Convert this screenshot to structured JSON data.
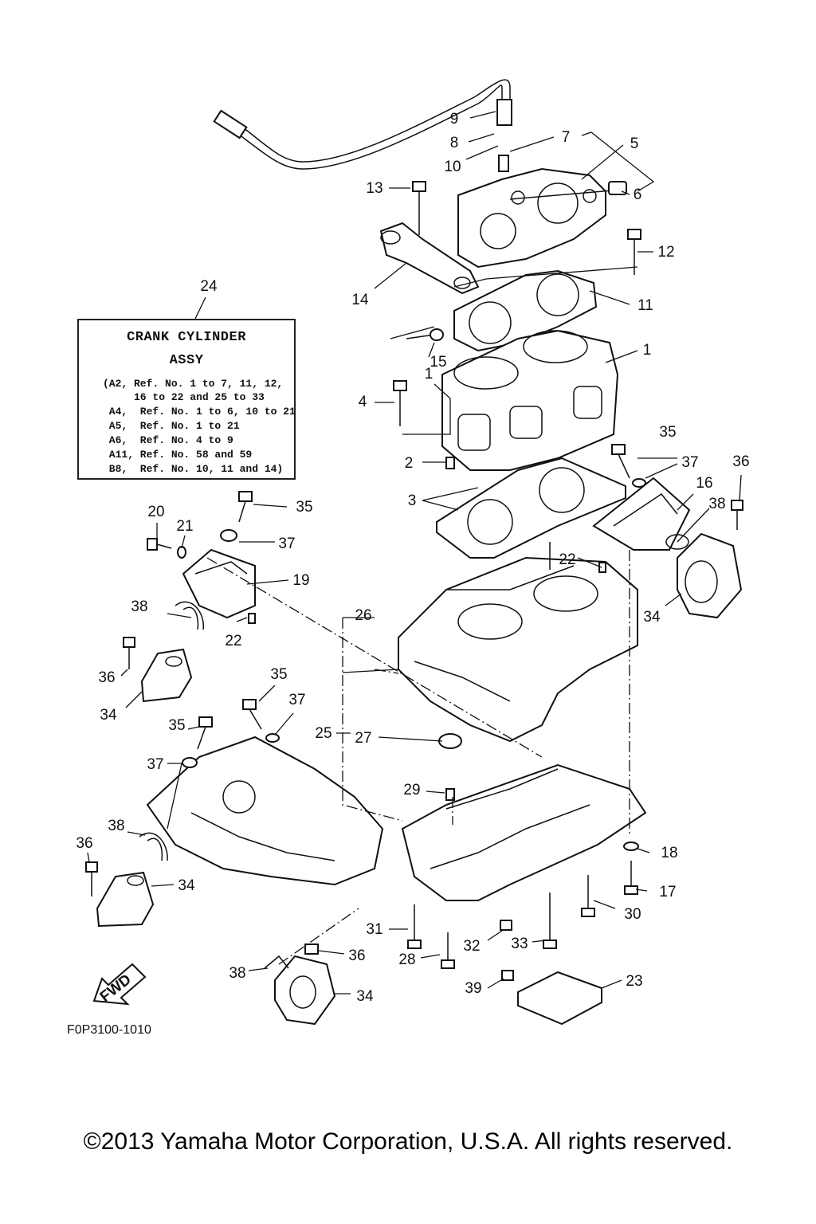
{
  "assembly_box": {
    "ref_number": "24",
    "title_line1": "CRANK CYLINDER",
    "title_line2": "ASSY",
    "lines": [
      "(A2, Ref. No. 1 to 7, 11, 12,",
      "     16 to 22 and 25 to 33",
      " A4,  Ref. No. 1 to 6, 10 to 21",
      " A5,  Ref. No. 1 to 21",
      " A6,  Ref. No. 4 to 9",
      " A11, Ref. No. 58 and 59",
      " B8,  Ref. No. 10, 11 and 14)"
    ]
  },
  "callouts": [
    {
      "id": "c1a",
      "label": "1"
    },
    {
      "id": "c1b",
      "label": "1"
    },
    {
      "id": "c2",
      "label": "2"
    },
    {
      "id": "c3",
      "label": "3"
    },
    {
      "id": "c4",
      "label": "4"
    },
    {
      "id": "c5",
      "label": "5"
    },
    {
      "id": "c6",
      "label": "6"
    },
    {
      "id": "c7",
      "label": "7"
    },
    {
      "id": "c8",
      "label": "8"
    },
    {
      "id": "c9",
      "label": "9"
    },
    {
      "id": "c10",
      "label": "10"
    },
    {
      "id": "c11",
      "label": "11"
    },
    {
      "id": "c12",
      "label": "12"
    },
    {
      "id": "c13",
      "label": "13"
    },
    {
      "id": "c14",
      "label": "14"
    },
    {
      "id": "c15",
      "label": "15"
    },
    {
      "id": "c16",
      "label": "16"
    },
    {
      "id": "c17",
      "label": "17"
    },
    {
      "id": "c18",
      "label": "18"
    },
    {
      "id": "c19",
      "label": "19"
    },
    {
      "id": "c20",
      "label": "20"
    },
    {
      "id": "c21",
      "label": "21"
    },
    {
      "id": "c22a",
      "label": "22"
    },
    {
      "id": "c22b",
      "label": "22"
    },
    {
      "id": "c23",
      "label": "23"
    },
    {
      "id": "c24",
      "label": "24"
    },
    {
      "id": "c25",
      "label": "25"
    },
    {
      "id": "c26",
      "label": "26"
    },
    {
      "id": "c27",
      "label": "27"
    },
    {
      "id": "c28",
      "label": "28"
    },
    {
      "id": "c29",
      "label": "29"
    },
    {
      "id": "c30",
      "label": "30"
    },
    {
      "id": "c31",
      "label": "31"
    },
    {
      "id": "c32",
      "label": "32"
    },
    {
      "id": "c33",
      "label": "33"
    },
    {
      "id": "c34a",
      "label": "34"
    },
    {
      "id": "c34b",
      "label": "34"
    },
    {
      "id": "c34c",
      "label": "34"
    },
    {
      "id": "c34d",
      "label": "34"
    },
    {
      "id": "c35a",
      "label": "35"
    },
    {
      "id": "c35b",
      "label": "35"
    },
    {
      "id": "c35c",
      "label": "35"
    },
    {
      "id": "c35d",
      "label": "35"
    },
    {
      "id": "c36a",
      "label": "36"
    },
    {
      "id": "c36b",
      "label": "36"
    },
    {
      "id": "c36c",
      "label": "36"
    },
    {
      "id": "c36d",
      "label": "36"
    },
    {
      "id": "c37a",
      "label": "37"
    },
    {
      "id": "c37b",
      "label": "37"
    },
    {
      "id": "c37c",
      "label": "37"
    },
    {
      "id": "c37d",
      "label": "37"
    },
    {
      "id": "c38a",
      "label": "38"
    },
    {
      "id": "c38b",
      "label": "38"
    },
    {
      "id": "c38c",
      "label": "38"
    },
    {
      "id": "c38d",
      "label": "38"
    },
    {
      "id": "c39",
      "label": "39"
    }
  ],
  "fwd_label": "FWD",
  "figure_code": "F0P3100-1010",
  "copyright": "©2013 Yamaha Motor Corporation, U.S.A. All rights reserved."
}
